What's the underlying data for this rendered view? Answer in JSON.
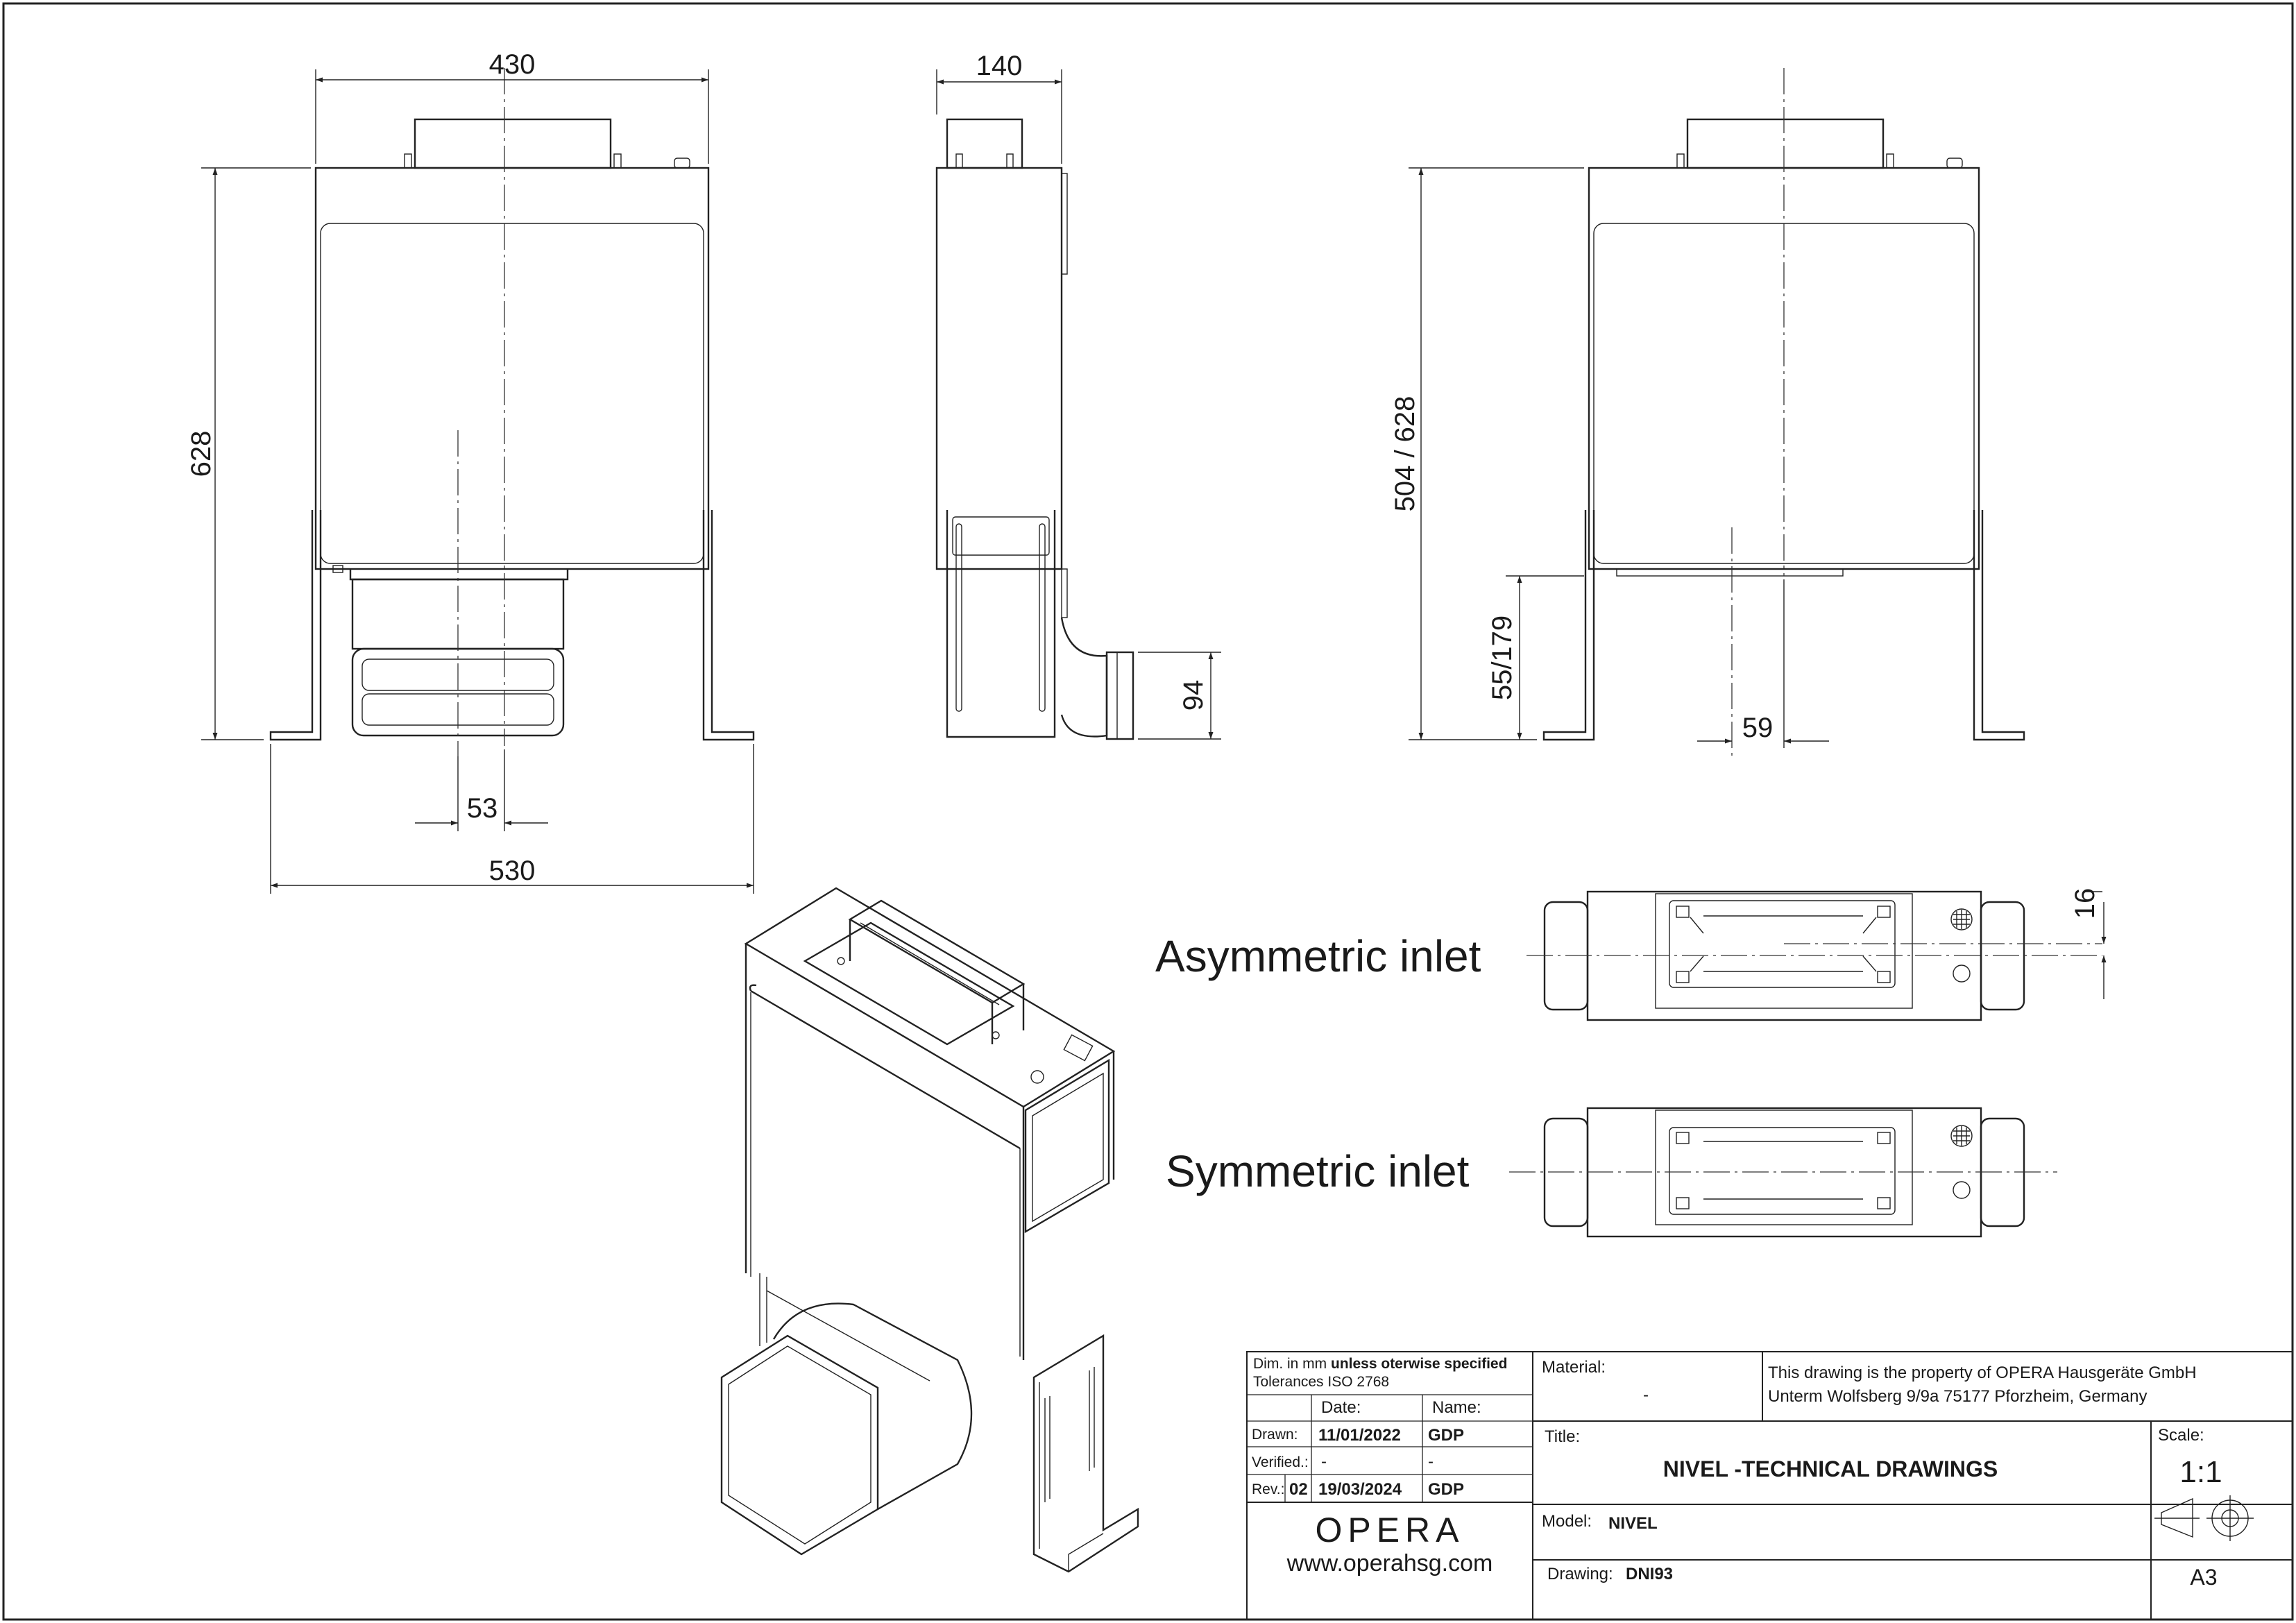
{
  "dimensions": {
    "front_width": "430",
    "front_height": "628",
    "outlet_offset": "53",
    "foot_width": "530",
    "side_depth": "140",
    "side_outlet": "94",
    "rear_height": "504 / 628",
    "rear_inlet_height": "55/179",
    "rear_offset": "59",
    "asym_offset": "16"
  },
  "labels": {
    "asymmetric": "Asymmetric inlet",
    "symmetric": "Symmetric inlet"
  },
  "title_block": {
    "dim_note_a": "Dim. in mm ",
    "dim_note_b": "unless oterwise specified",
    "tolerances": "Tolerances ISO 2768",
    "date_hdr": "Date:",
    "name_hdr": "Name:",
    "drawn_lbl": "Drawn:",
    "drawn_date": "11/01/2022",
    "drawn_name": "GDP",
    "verified_lbl": "Verified.:",
    "verified_date": "-",
    "verified_name": "-",
    "rev_lbl": "Rev.:",
    "rev_no": "02",
    "rev_date": "19/03/2024",
    "rev_name": "GDP",
    "logo": "OPERA",
    "website": "www.operahsg.com",
    "material_lbl": "Material:",
    "material_val": "-",
    "property_line1": "This drawing is the property of OPERA Hausgeräte GmbH",
    "property_line2": "Unterm Wolfsberg 9/9a 75177 Pforzheim, Germany",
    "title_lbl": "Title:",
    "title_val": "NIVEL -TECHNICAL DRAWINGS",
    "scale_lbl": "Scale:",
    "scale_val": "1:1",
    "model_lbl": "Model:",
    "model_val": "NIVEL",
    "drawing_lbl": "Drawing:",
    "drawing_val": "DNI93",
    "sheet_size": "A3"
  }
}
